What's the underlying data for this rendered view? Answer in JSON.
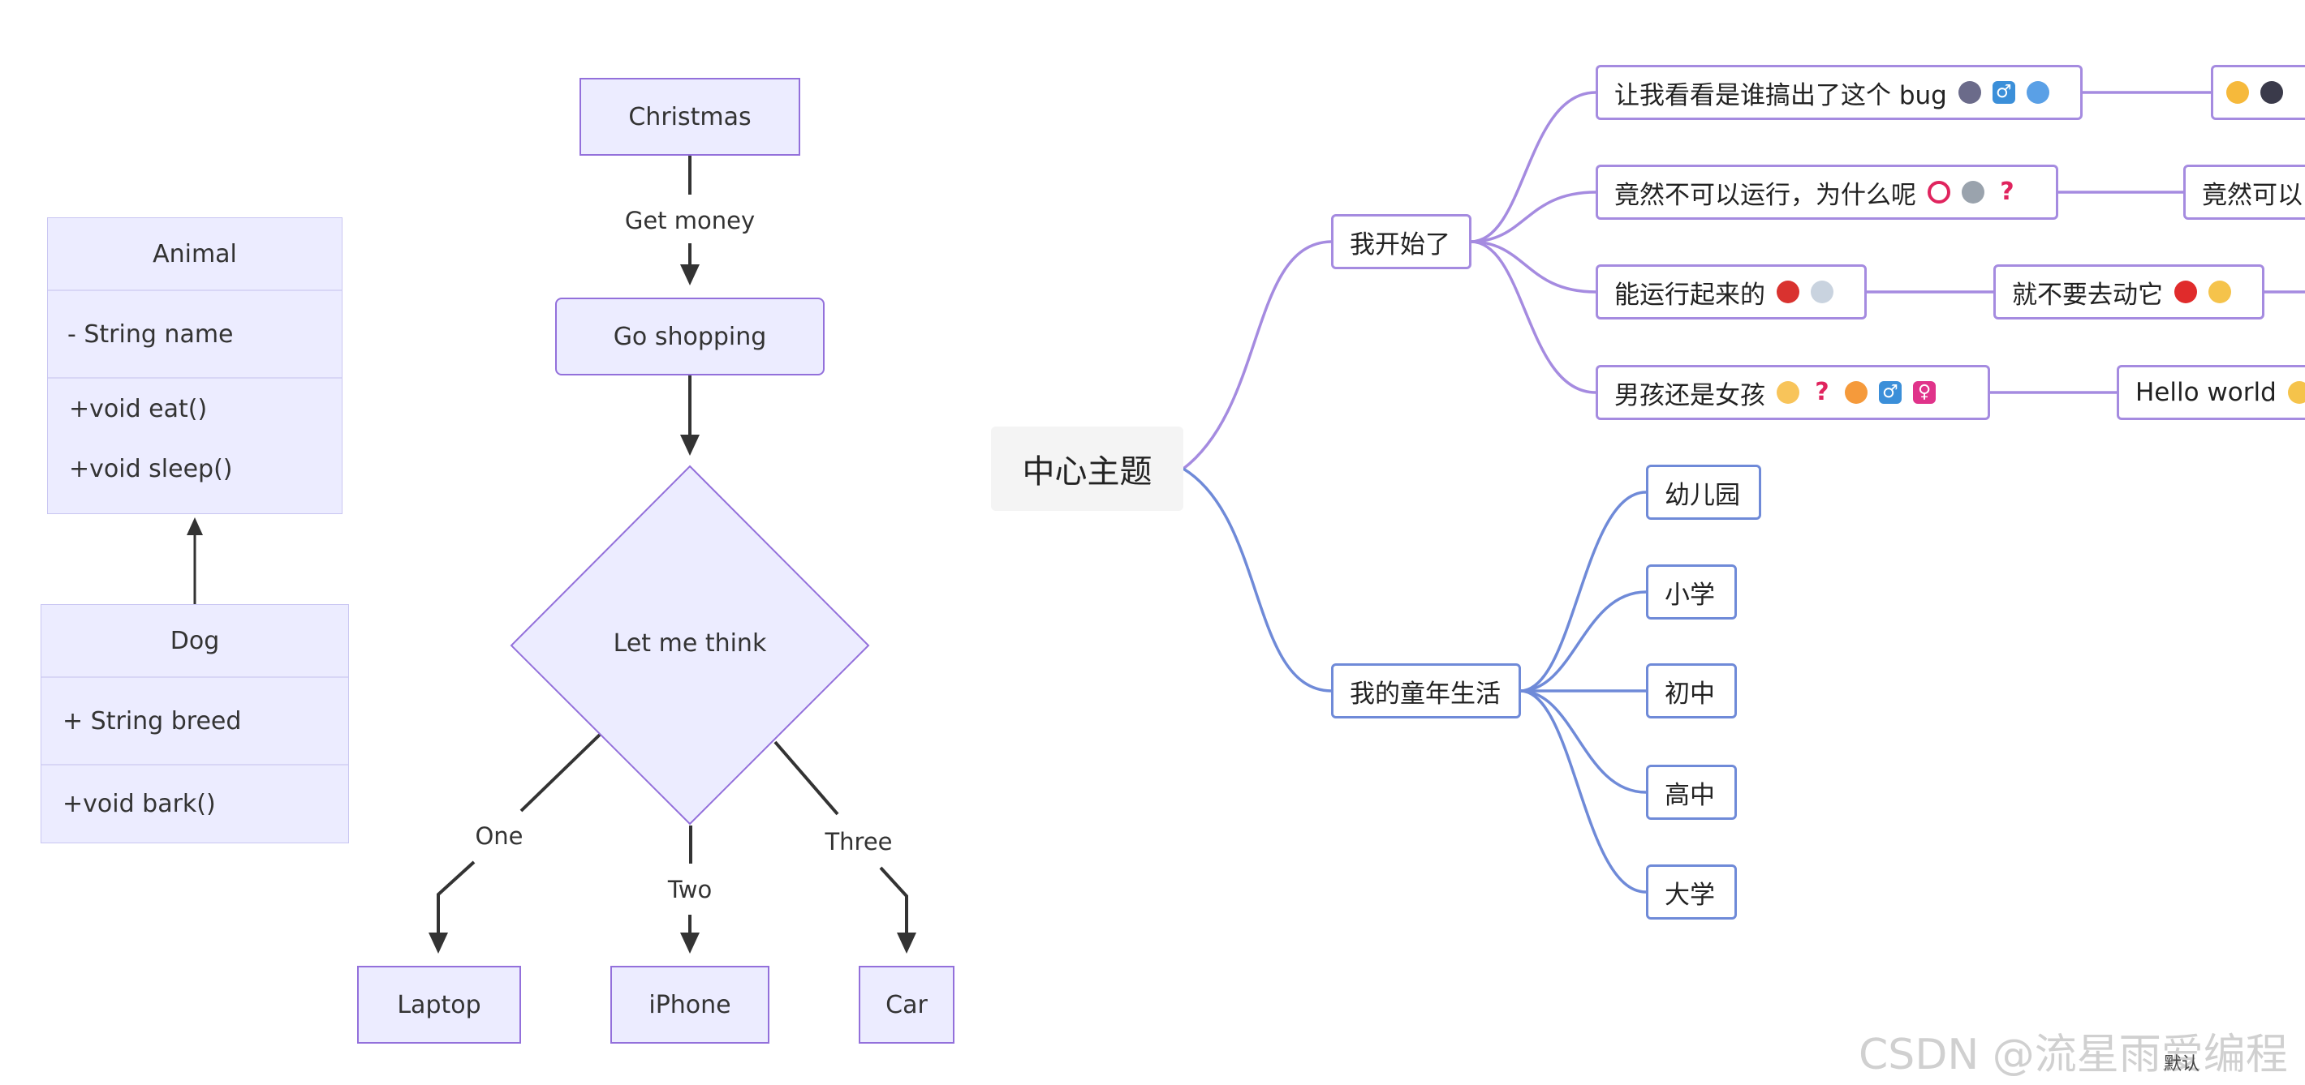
{
  "class_diagram": {
    "animal": {
      "name": "Animal",
      "attribute": "- String name",
      "methods": [
        "+void eat()",
        "+void sleep()"
      ]
    },
    "dog": {
      "name": "Dog",
      "attribute": "+ String breed",
      "methods": [
        "+void bark()"
      ]
    }
  },
  "flowchart": {
    "start": "Christmas",
    "edge_get_money": "Get money",
    "shopping": "Go shopping",
    "decision": "Let me think",
    "edge_one": "One",
    "edge_two": "Two",
    "edge_three": "Three",
    "laptop": "Laptop",
    "iphone": "iPhone",
    "car": "Car"
  },
  "mindmap": {
    "center": "中心主题",
    "branch1": {
      "label": "我开始了",
      "children": [
        {
          "label": "让我看看是谁搞出了这个 bug",
          "next": ""
        },
        {
          "label": "竟然不可以运行，为什么呢",
          "next": "竟然可以"
        },
        {
          "label": "能运行起来的",
          "next": "就不要去动它"
        },
        {
          "label": "男孩还是女孩",
          "next": "Hello world"
        }
      ]
    },
    "branch2": {
      "label": "我的童年生活",
      "children": [
        "幼儿园",
        "小学",
        "初中",
        "高中",
        "大学"
      ]
    }
  },
  "icons": [
    "detective-icon",
    "male-sign-icon",
    "magnifier-icon",
    "prohibited-icon",
    "gear-icon",
    "question-icon",
    "ladybug-icon",
    "rocket-icon",
    "stop-sign-icon",
    "raised-hand-icon",
    "baby-icon",
    "person-gesturing-icon",
    "female-sign-icon",
    "waving-hand-icon",
    "flushed-face-icon",
    "bomb-icon"
  ],
  "colors": {
    "node_fill": "#ECECFF",
    "node_border": "#9370DB",
    "mindmap_purple": "#a58be0",
    "mindmap_blue": "#6f8ad8"
  },
  "watermark": "CSDN @流星雨爱编程",
  "corner_label": "默认"
}
